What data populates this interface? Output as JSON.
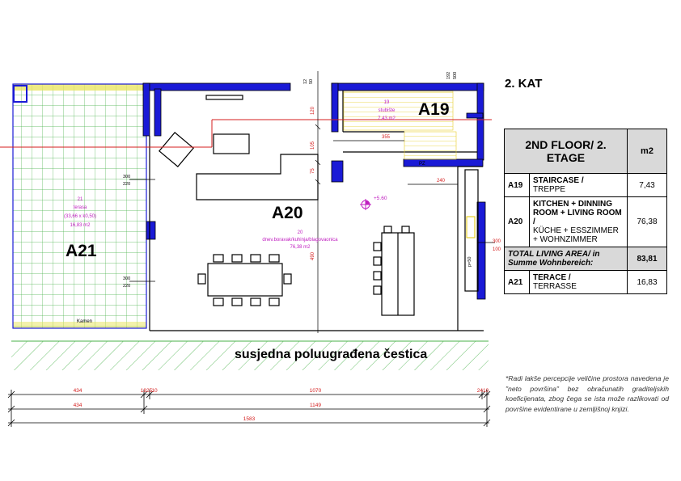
{
  "floor_title": "2. KAT",
  "neighbor_label": "susjedna poluugrađena čestica",
  "section_marker": "1",
  "rooms": {
    "a19": {
      "code": "A19",
      "num": "19",
      "name": "stubište",
      "area": "7,43 m2"
    },
    "a20": {
      "code": "A20",
      "num": "20",
      "name": "dnev.boravak/kuhinja/blagovaonica",
      "area": "76,38 m2"
    },
    "a21": {
      "code": "A21",
      "num": "21",
      "name": "terasa",
      "dims": "(33,66 x k0,50)",
      "area": "16,83 m2"
    }
  },
  "plan_labels": {
    "kamen": "Kamen",
    "pz": "PZ",
    "level": "+5.60",
    "pl": "p=50"
  },
  "dims": {
    "d120": "120",
    "d105": "105",
    "d75": "75",
    "d490": "490",
    "d355": "355",
    "d240": "240",
    "d300a": "300",
    "d220a": "220",
    "d300b": "300",
    "d220b": "220",
    "d300c": "300",
    "d100c": "100",
    "d12": "12",
    "d50": "50",
    "d192": "192",
    "d500": "500",
    "row1": {
      "a": "434",
      "b": "1825",
      "c": "10",
      "d": "1070",
      "e": "2410"
    },
    "row2": {
      "a": "434",
      "b": "1149"
    },
    "row3": {
      "a": "1583"
    }
  },
  "table": {
    "header": "2ND FLOOR/ 2. ETAGE",
    "header_unit": "m2",
    "rows": [
      {
        "code": "A19",
        "en": "STAIRCASE /",
        "de": "TREPPE",
        "value": "7,43"
      },
      {
        "code": "A20",
        "en": "KITCHEN + DINNING ROOM + LIVING ROOM /",
        "de": "KÜCHE + ESSZIMMER + WOHNZIMMER",
        "value": "76,38"
      }
    ],
    "total": {
      "label": "TOTAL LIVING AREA/ in Summe Wohnbereich:",
      "value": "83,81"
    },
    "terrace": {
      "code": "A21",
      "en": "TERACE /",
      "de": "TERRASSE",
      "value": "16,83"
    }
  },
  "note": "*Radi lakše percepcije veličine prostora navedena je \"neto površina\" bez obračunatih graditeljskih koeficijenata, zbog čega se ista može razlikovati od površine evidentirane u zemljišnoj knjizi.",
  "colors": {
    "wall": "#1a1ad6",
    "outline": "#000000",
    "grid": "#49b24a",
    "dim_red": "#d41c1c",
    "magenta": "#c020c0",
    "yellow": "#efe26a",
    "table_header": "#d9d9d9"
  }
}
